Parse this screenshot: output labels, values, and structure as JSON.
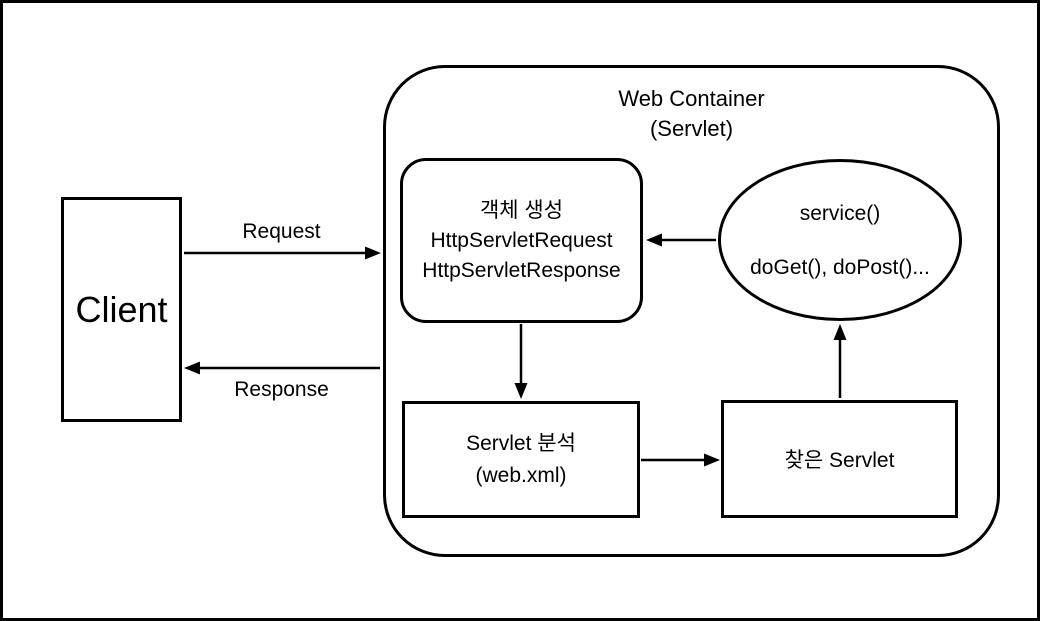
{
  "diagram": {
    "client": {
      "label": "Client"
    },
    "container": {
      "title_line1": "Web Container",
      "title_line2": "(Servlet)"
    },
    "create_box": {
      "line1": "객체 생성",
      "line2": "HttpServletRequest",
      "line3": "HttpServletResponse"
    },
    "service_ellipse": {
      "line1": "service()",
      "line2": "doGet(), doPost()..."
    },
    "parse_box": {
      "line1": "Servlet 분석",
      "line2": "(web.xml)"
    },
    "found_box": {
      "label": "찾은 Servlet"
    },
    "arrows": {
      "request_label": "Request",
      "response_label": "Response"
    },
    "colors": {
      "line": "#000000",
      "background": "#ffffff"
    }
  }
}
